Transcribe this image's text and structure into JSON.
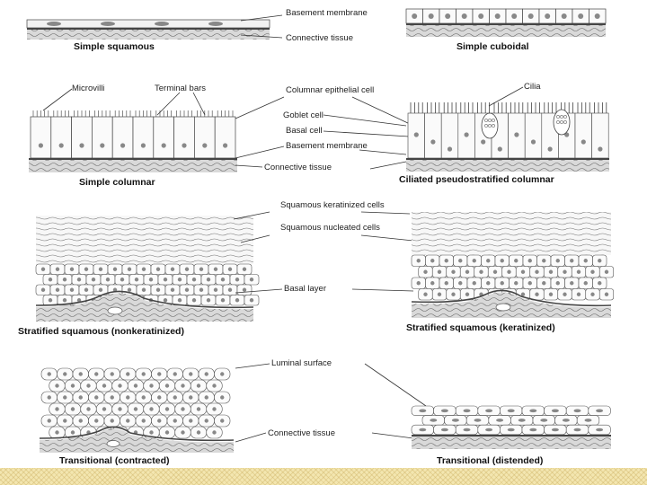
{
  "panels": {
    "simple_squamous": {
      "title": "Simple squamous",
      "labels": [
        "Basement membrane",
        "Connective tissue"
      ]
    },
    "simple_cuboidal": {
      "title": "Simple cuboidal"
    },
    "simple_columnar": {
      "title": "Simple columnar",
      "labels": [
        "Microvilli",
        "Terminal bars",
        "Columnar epithelial cell",
        "Goblet cell",
        "Basal cell",
        "Basement membrane",
        "Connective tissue"
      ]
    },
    "ciliated_pseudostratified": {
      "title": "Ciliated pseudostratified columnar",
      "labels": [
        "Cilia"
      ]
    },
    "stratified_nonkeratinized": {
      "title": "Stratified squamous (nonkeratinized)",
      "labels": [
        "Squamous keratinized cells",
        "Squamous nucleated cells",
        "Basal layer"
      ]
    },
    "stratified_keratinized": {
      "title": "Stratified squamous (keratinized)"
    },
    "transitional_contracted": {
      "title": "Transitional (contracted)",
      "labels": [
        "Luminal surface",
        "Connective tissue"
      ]
    },
    "transitional_distended": {
      "title": "Transitional (distended)"
    }
  },
  "colors": {
    "line": "#333333",
    "tissue": "#cfcfcf",
    "footer": "#f3e6b0"
  }
}
